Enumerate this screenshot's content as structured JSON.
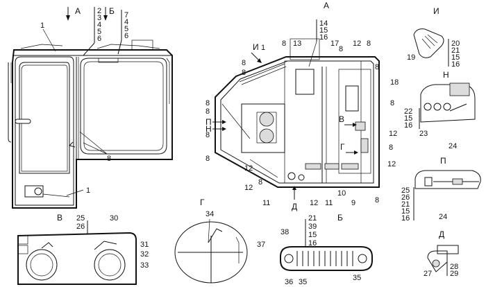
{
  "view_titles": {
    "front_view_a": "А",
    "front_view_b": "Б",
    "main_view": "А",
    "view_v": "В",
    "view_g": "Г",
    "view_b_detail": "Б",
    "view_i": "И",
    "view_n": "Н",
    "view_p": "П",
    "view_d": "Д"
  },
  "arrow_labels": {
    "i": "И",
    "p": "П",
    "n": "Н",
    "v": "В",
    "g": "Г",
    "d": "Д"
  },
  "stacks": {
    "front_left": [
      "2",
      "3",
      "4",
      "5",
      "6"
    ],
    "front_right": [
      "7",
      "4",
      "5",
      "6"
    ],
    "main_top": [
      "14",
      "15",
      "16"
    ],
    "i_view": [
      "20",
      "21",
      "15",
      "16"
    ],
    "n_view": [
      "22",
      "15",
      "16"
    ],
    "p_view": [
      "25",
      "26",
      "21",
      "15",
      "16"
    ],
    "v_view": [
      "25",
      "26"
    ],
    "b_view": [
      "21",
      "39",
      "15",
      "16"
    ],
    "d_view": [
      "28",
      "29"
    ]
  },
  "callouts": {
    "front": [
      "1",
      "8",
      "1"
    ],
    "main": [
      "1",
      "8",
      "13",
      "17",
      "8",
      "12",
      "8",
      "8",
      "8",
      "8",
      "8",
      "8",
      "18",
      "8",
      "12",
      "8",
      "12",
      "12",
      "11",
      "12",
      "11",
      "10",
      "9",
      "8",
      "12",
      "8",
      "8",
      "8"
    ],
    "i_view": [
      "19"
    ],
    "n_view": [
      "23",
      "24"
    ],
    "p_view": [
      "24"
    ],
    "v_view": [
      "30",
      "31",
      "32",
      "33"
    ],
    "g_view": [
      "34"
    ],
    "b_view": [
      "38",
      "37",
      "36",
      "35",
      "35"
    ],
    "d_view": [
      "27"
    ]
  }
}
